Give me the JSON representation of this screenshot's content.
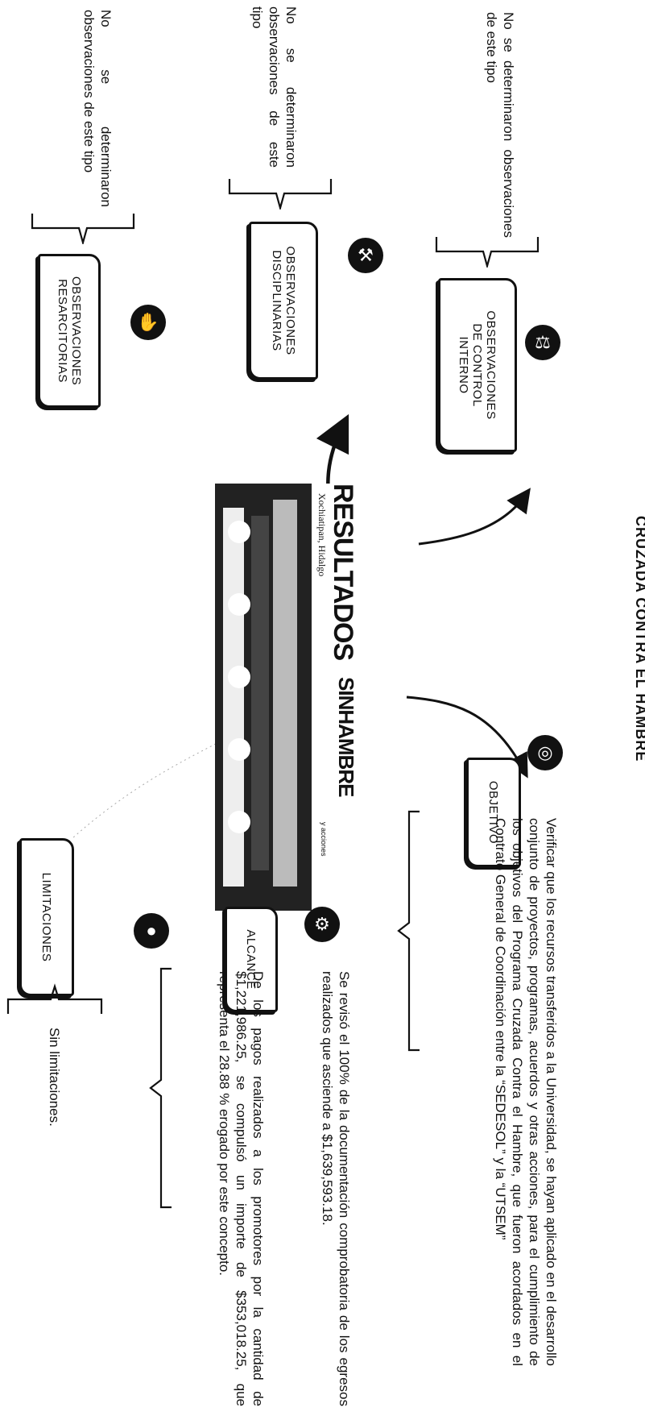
{
  "header": {
    "title": "CRUZADA CONTRA EL HAMBRE"
  },
  "center": {
    "title_part1": "RESULTADOS",
    "title_part2": "SINHAMBRE",
    "location": "Xochiatipan, Hidalgo",
    "small_note": "y acciones"
  },
  "nodes": {
    "objetivo": {
      "label": "OBJETIVO",
      "icon": "target-icon",
      "text": "Verificar que los recursos transferidos a la Universidad, se hayan aplicado en el desarrollo conjunto de proyectos, programas, acuerdos y otras acciones, para el cumplimiento de los objetivos del Programa Cruzada Contra el Hambre, que fueron acordados en el Contrato General de Coordinación entre la “SEDESOL” y la “UTSEM”"
    },
    "alcance": {
      "label": "ALCANCE",
      "icon": "gears-icon",
      "text1": "Se revisó el 100% de la documentación comprobatoria de los egresos realizados que asciende a $1,639,593.18.",
      "text2": "De los pagos realizados a los promotores por la cantidad de $1,221,986.25, se compulsó un importe de $353,018.25, que representa el 28.88 % erogado por este concepto."
    },
    "limitaciones": {
      "label": "LIMITACIONES",
      "icon": "traffic-light-icon",
      "text": "Sin limitaciones."
    },
    "control_interno": {
      "label_lines": [
        "OBSERVACIONES",
        "DE CONTROL",
        "INTERNO"
      ],
      "icon": "scales-icon",
      "text": "No se determinaron observaciones de este tipo"
    },
    "disciplinarias": {
      "label_lines": [
        "OBSERVACIONES",
        "DISCIPLINARIAS"
      ],
      "icon": "gavel-icon",
      "text": "No se determinaron observaciones de este tipo"
    },
    "resarcitorias": {
      "label_lines": [
        "OBSERVACIONES",
        "RESARCITORIAS"
      ],
      "icon": "money-hand-icon",
      "text": "No se determinaron observaciones de este tipo"
    }
  },
  "colors": {
    "ink": "#111111",
    "background": "#ffffff"
  }
}
